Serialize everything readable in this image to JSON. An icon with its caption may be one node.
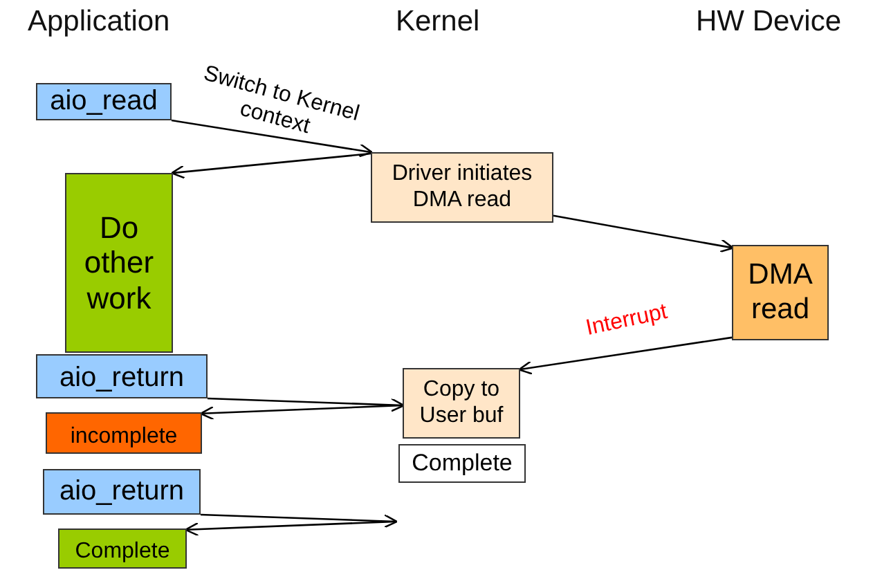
{
  "diagram": {
    "nodes": [
      {
        "text": [
          "aio_read"
        ]
      },
      {
        "text": [
          "Driver initiates DMA read"
        ]
      },
      {
        "text": [
          "Do other work"
        ]
      },
      {
        "text": [
          "DMA read"
        ]
      },
      {
        "text": [
          "aio_return"
        ]
      },
      {
        "text": [
          "Copy to User buf"
        ]
      },
      {
        "text": [
          "Complete"
        ]
      },
      {
        "text": [
          "incomplete"
        ]
      },
      {
        "text": [
          "aio_return"
        ]
      },
      {
        "text": [
          "Complete"
        ]
      }
    ],
    "edges": [
      {
        "from": 0,
        "to": 1,
        "arrow": "to",
        "label": "Switch to Kernel context"
      },
      {
        "from": 1,
        "to": 2,
        "arrow": "to"
      },
      {
        "from": 1,
        "to": 3,
        "arrow": "to"
      },
      {
        "from": 3,
        "to": 5,
        "arrow": "to",
        "label": "Interrupt"
      },
      {
        "from": 4,
        "to": 5,
        "arrow": "to"
      },
      {
        "from": 5,
        "to": 7,
        "arrow": "to"
      },
      {
        "from": 8,
        "to": null,
        "arrow": "to"
      },
      {
        "from": null,
        "to": 9,
        "arrow": "to"
      }
    ],
    "labels": [
      "Application",
      "Kernel",
      "HW Device"
    ]
  }
}
